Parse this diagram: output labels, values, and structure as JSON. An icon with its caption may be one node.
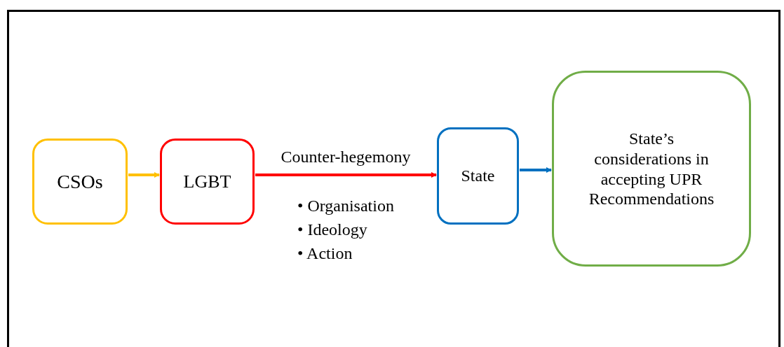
{
  "diagram": {
    "nodes": [
      {
        "text": [
          "CSOs"
        ]
      },
      {
        "text": [
          "LGBT"
        ]
      },
      {
        "text": [
          "State"
        ]
      },
      {
        "text": [
          "State’s considerations in accepting UPR Recommendations"
        ]
      }
    ],
    "edges": [
      {
        "from": 0,
        "to": 1,
        "arrow": "to",
        "color": "#ffc000"
      },
      {
        "from": 1,
        "to": 2,
        "arrow": "to",
        "color": "#ff0000",
        "label": "Counter-hegemony"
      },
      {
        "from": 2,
        "to": 3,
        "arrow": "to",
        "color": "#0070c0"
      }
    ],
    "labels": [
      "• Organisation",
      "• Ideology",
      "• Action"
    ]
  }
}
